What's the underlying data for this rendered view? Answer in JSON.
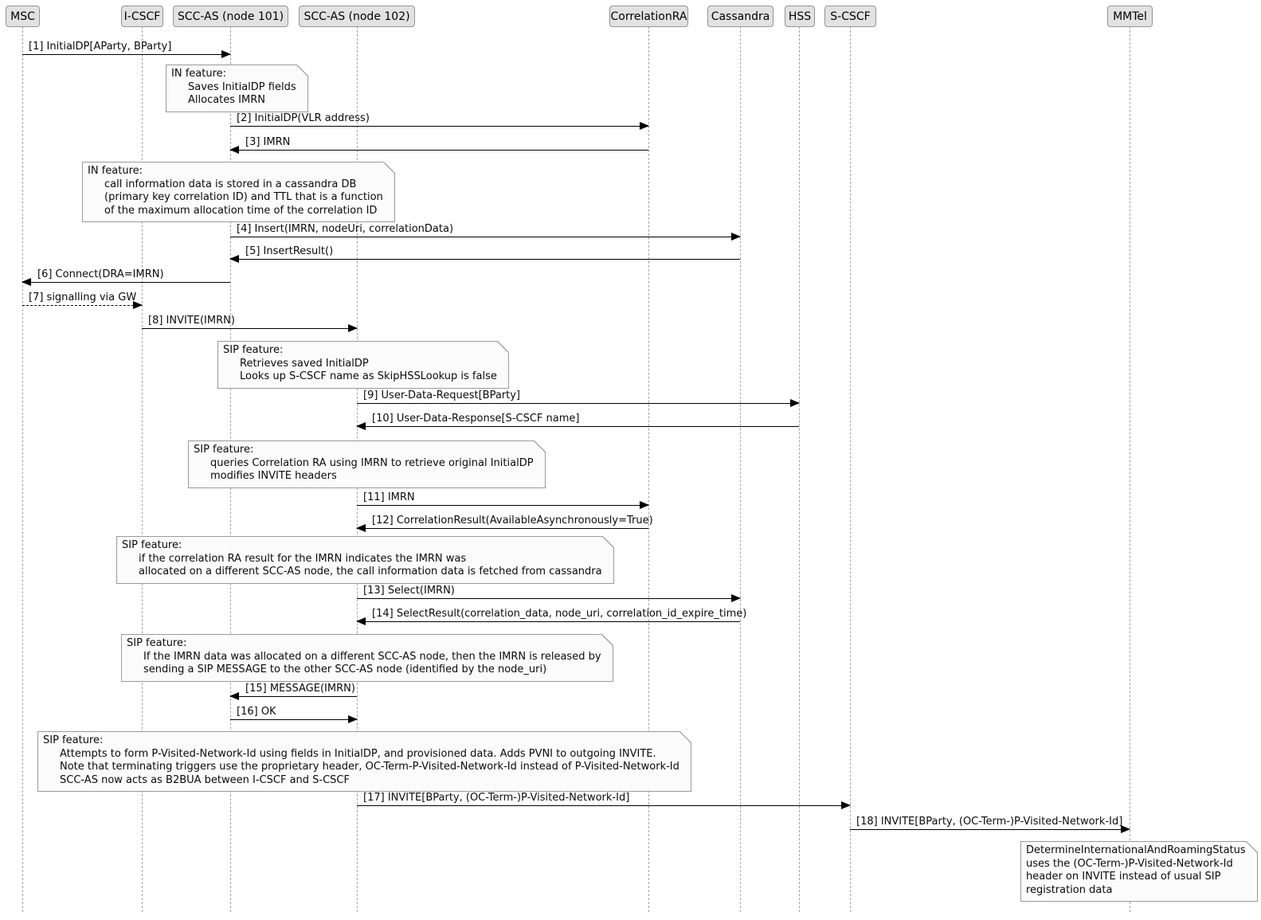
{
  "colors": {
    "background": "#ffffff",
    "participant_fill": "#e2e2e2",
    "participant_border": "#949494",
    "note_fill": "#fbfbfb",
    "note_border": "#9a9a9a",
    "lifeline": "#a3a3a3",
    "arrow": "#000000",
    "text": "#000000"
  },
  "diagram": {
    "kind": "sequence-diagram",
    "participants": [
      {
        "name": "MSC"
      },
      {
        "name": "I-CSCF"
      },
      {
        "name": "SCC-AS (node 101)"
      },
      {
        "name": "SCC-AS (node 102)"
      },
      {
        "name": "CorrelationRA"
      },
      {
        "name": "Cassandra"
      },
      {
        "name": "HSS"
      },
      {
        "name": "S-CSCF"
      },
      {
        "name": "MMTel"
      }
    ],
    "messages": [
      {
        "label": "[1] InitialDP[AParty, BParty]",
        "from": "MSC",
        "to": "SCC-AS (node 101)",
        "style": "solid"
      },
      {
        "label": "[2] InitialDP(VLR address)",
        "from": "SCC-AS (node 101)",
        "to": "CorrelationRA",
        "style": "solid"
      },
      {
        "label": "[3] IMRN",
        "from": "CorrelationRA",
        "to": "SCC-AS (node 101)",
        "style": "solid"
      },
      {
        "label": "[4] Insert(IMRN, nodeUri, correlationData)",
        "from": "SCC-AS (node 101)",
        "to": "Cassandra",
        "style": "solid"
      },
      {
        "label": "[5] InsertResult()",
        "from": "Cassandra",
        "to": "SCC-AS (node 101)",
        "style": "solid"
      },
      {
        "label": "[6] Connect(DRA=IMRN)",
        "from": "SCC-AS (node 101)",
        "to": "MSC",
        "style": "solid"
      },
      {
        "label": "[7] signalling via GW",
        "from": "MSC",
        "to": "I-CSCF",
        "style": "dashed"
      },
      {
        "label": "[8] INVITE(IMRN)",
        "from": "I-CSCF",
        "to": "SCC-AS (node 102)",
        "style": "solid"
      },
      {
        "label": "[9] User-Data-Request[BParty]",
        "from": "SCC-AS (node 102)",
        "to": "HSS",
        "style": "solid"
      },
      {
        "label": "[10] User-Data-Response[S-CSCF name]",
        "from": "HSS",
        "to": "SCC-AS (node 102)",
        "style": "solid"
      },
      {
        "label": "[11] IMRN",
        "from": "SCC-AS (node 102)",
        "to": "CorrelationRA",
        "style": "solid"
      },
      {
        "label": "[12] CorrelationResult(AvailableAsynchronously=True)",
        "from": "CorrelationRA",
        "to": "SCC-AS (node 102)",
        "style": "solid"
      },
      {
        "label": "[13] Select(IMRN)",
        "from": "SCC-AS (node 102)",
        "to": "Cassandra",
        "style": "solid"
      },
      {
        "label": "[14] SelectResult(correlation_data, node_uri, correlation_id_expire_time)",
        "from": "Cassandra",
        "to": "SCC-AS (node 102)",
        "style": "solid"
      },
      {
        "label": "[15] MESSAGE(IMRN)",
        "from": "SCC-AS (node 102)",
        "to": "SCC-AS (node 101)",
        "style": "solid"
      },
      {
        "label": "[16] OK",
        "from": "SCC-AS (node 101)",
        "to": "SCC-AS (node 102)",
        "style": "solid"
      },
      {
        "label": "[17] INVITE[BParty, (OC-Term-)P-Visited-Network-Id]",
        "from": "SCC-AS (node 102)",
        "to": "S-CSCF",
        "style": "solid"
      },
      {
        "label": "[18] INVITE[BParty, (OC-Term-)P-Visited-Network-Id]",
        "from": "S-CSCF",
        "to": "MMTel",
        "style": "solid"
      }
    ],
    "notes": [
      {
        "over": "SCC-AS (node 101)",
        "lines": [
          "IN feature:",
          "Saves InitialDP fields",
          "Allocates IMRN"
        ]
      },
      {
        "over": "SCC-AS (node 101)",
        "lines": [
          "IN feature:",
          "call information data is stored in a cassandra DB",
          "(primary key correlation ID) and TTL that is a function",
          "of the maximum allocation time of the correlation ID"
        ]
      },
      {
        "over": "SCC-AS (node 102)",
        "lines": [
          "SIP feature:",
          "Retrieves saved InitialDP",
          "Looks up S-CSCF name as SkipHSSLookup is false"
        ]
      },
      {
        "over": "SCC-AS (node 102)",
        "lines": [
          "SIP feature:",
          "queries Correlation RA using IMRN to retrieve original InitialDP",
          "modifies INVITE headers"
        ]
      },
      {
        "over": "SCC-AS (node 102)",
        "lines": [
          "SIP feature:",
          "if the correlation RA result for the IMRN indicates the IMRN was",
          "allocated on a different SCC-AS node, the call information data is fetched from cassandra"
        ]
      },
      {
        "over": "SCC-AS (node 102)",
        "lines": [
          "SIP feature:",
          "If the IMRN data was allocated on a different SCC-AS node, then the IMRN is released by",
          "sending a SIP MESSAGE to the other SCC-AS node (identified by the node_uri)"
        ]
      },
      {
        "over": "SCC-AS (node 102)",
        "lines": [
          "SIP feature:",
          "Attempts to form P-Visited-Network-Id using fields in InitialDP, and provisioned data. Adds PVNI to outgoing INVITE.",
          "Note that terminating triggers use the proprietary header, OC-Term-P-Visited-Network-Id instead of P-Visited-Network-Id",
          "SCC-AS now acts as B2BUA between I-CSCF and S-CSCF"
        ]
      },
      {
        "over": "MMTel",
        "lines": [
          "DetermineInternationalAndRoamingStatus",
          "uses the (OC-Term-)P-Visited-Network-Id",
          "header on INVITE instead of usual SIP",
          "registration data"
        ]
      }
    ]
  }
}
